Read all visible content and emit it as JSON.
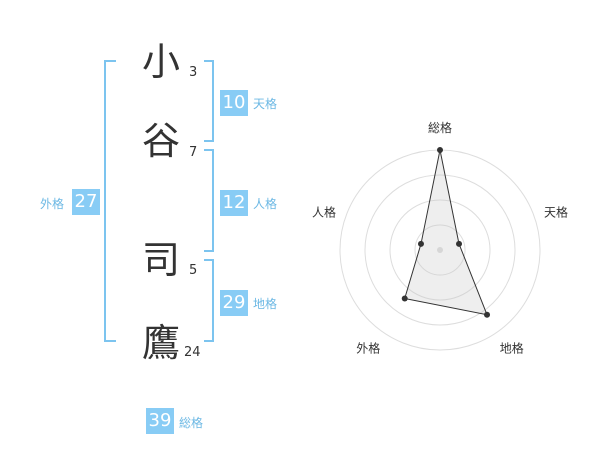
{
  "name": {
    "chars": [
      {
        "char": "小",
        "strokes": "3"
      },
      {
        "char": "谷",
        "strokes": "7"
      },
      {
        "char": "司",
        "strokes": "5"
      },
      {
        "char": "鷹",
        "strokes": "24"
      }
    ]
  },
  "kakusu": {
    "tenkaku": {
      "value": "10",
      "label": "天格"
    },
    "jinkaku": {
      "value": "12",
      "label": "人格"
    },
    "chikaku": {
      "value": "29",
      "label": "地格"
    },
    "gaikaku": {
      "value": "27",
      "label": "外格"
    },
    "soukaku": {
      "value": "39",
      "label": "総格"
    }
  },
  "colors": {
    "accent": "#88ccf5",
    "bracket": "#7cc4ef",
    "label": "#6cb8e4"
  },
  "chart_data": {
    "type": "radar",
    "axes": [
      "総格",
      "天格",
      "地格",
      "外格",
      "人格"
    ],
    "values": [
      5,
      1,
      4,
      3,
      1
    ],
    "max": 5,
    "rings": 4
  }
}
